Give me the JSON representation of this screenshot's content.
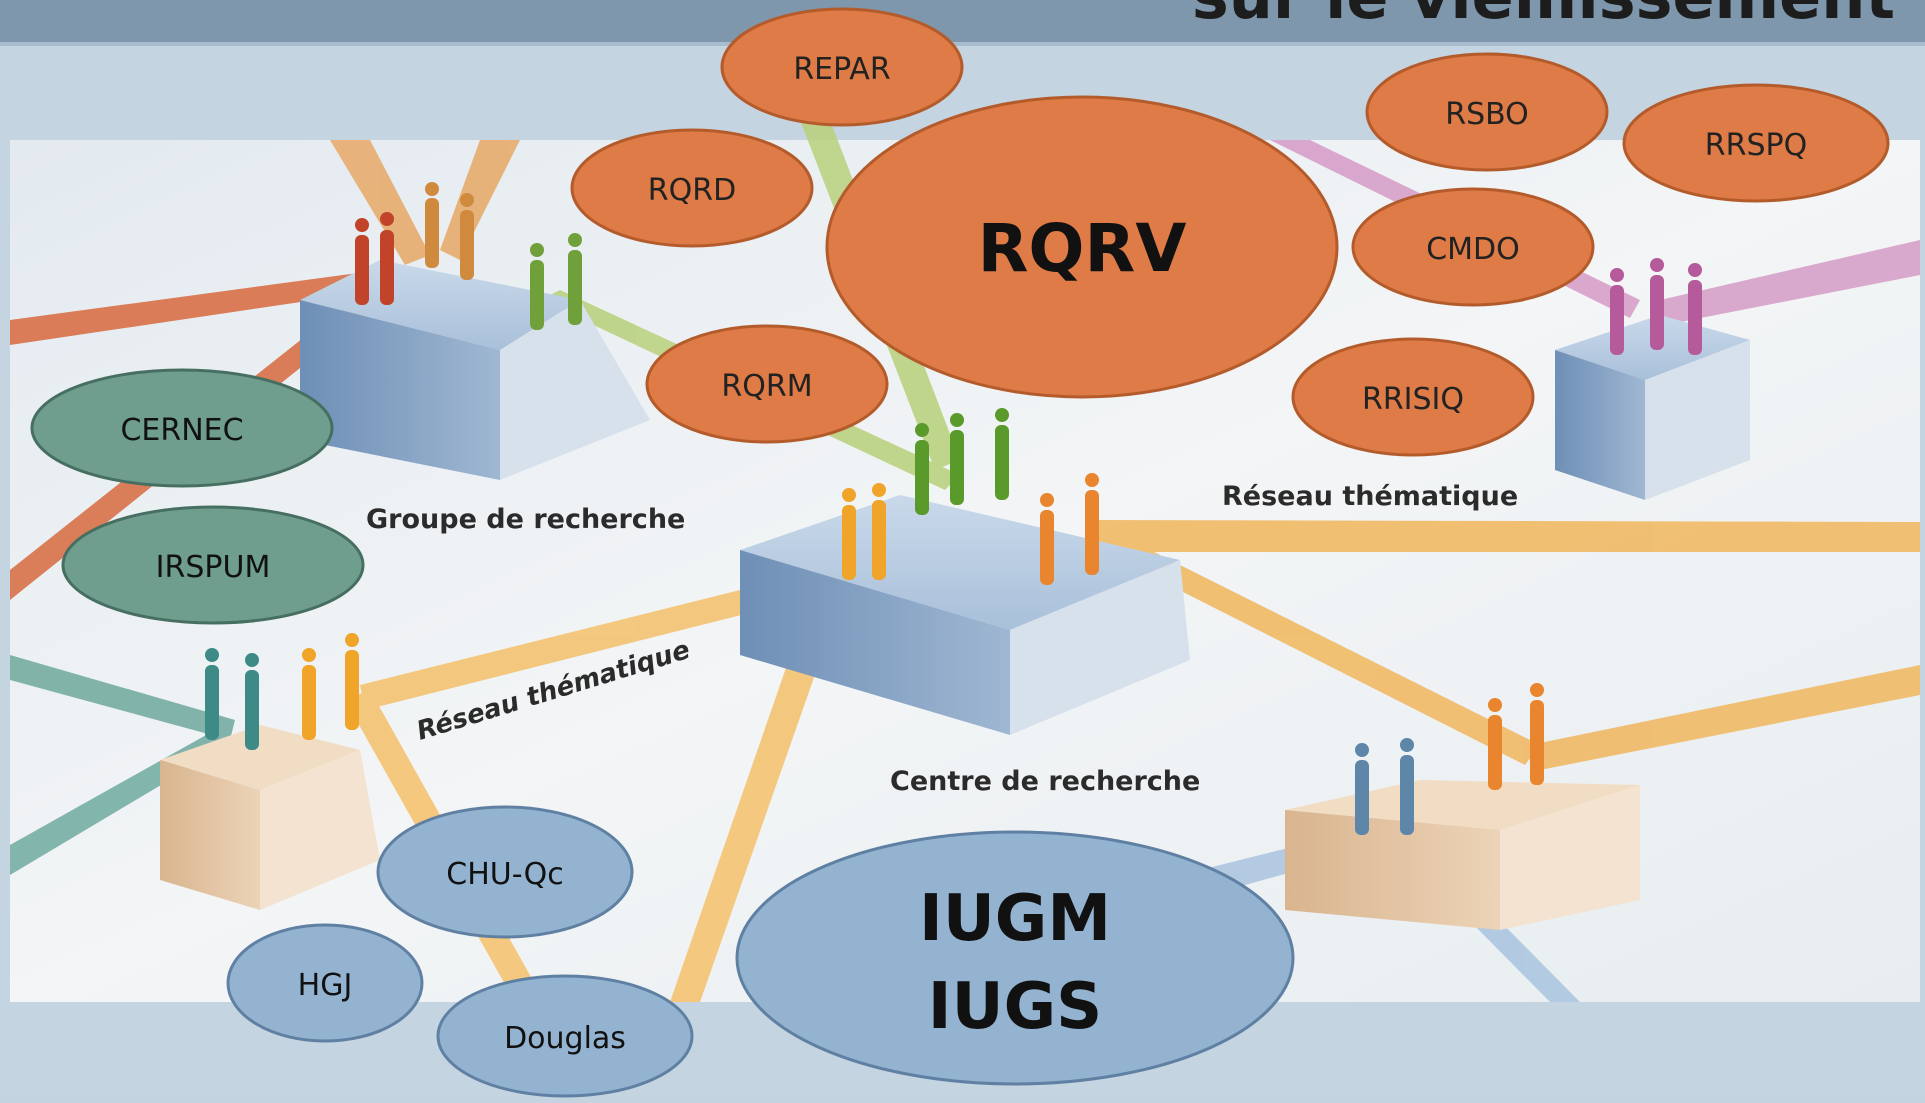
{
  "title": "sur le vieillissement",
  "diagram_labels": {
    "group": "Groupe de recherche",
    "network_top": "Réseau thématique",
    "network_left": "Réseau thématique",
    "center": "Centre de recherche"
  },
  "nodes": {
    "repar": "REPAR",
    "rqrd": "RQRD",
    "rqrv": "RQRV",
    "rqrm": "RQRM",
    "rsbo": "RSBO",
    "rrspq": "RRSPQ",
    "cmdo": "CMDO",
    "rrisiq": "RRISIQ",
    "cernec": "CERNEC",
    "irspum": "IRSPUM",
    "chuqc": "CHU-Qc",
    "hgj": "HGJ",
    "douglas": "Douglas",
    "iugm": "IUGM",
    "iugs": "IUGS"
  },
  "colors": {
    "orange_node": "#de7b46",
    "teal_node": "#6f9e8e",
    "blue_node": "#93b3d1",
    "band": "#7f97ad",
    "backdrop": "#e9eef2"
  }
}
